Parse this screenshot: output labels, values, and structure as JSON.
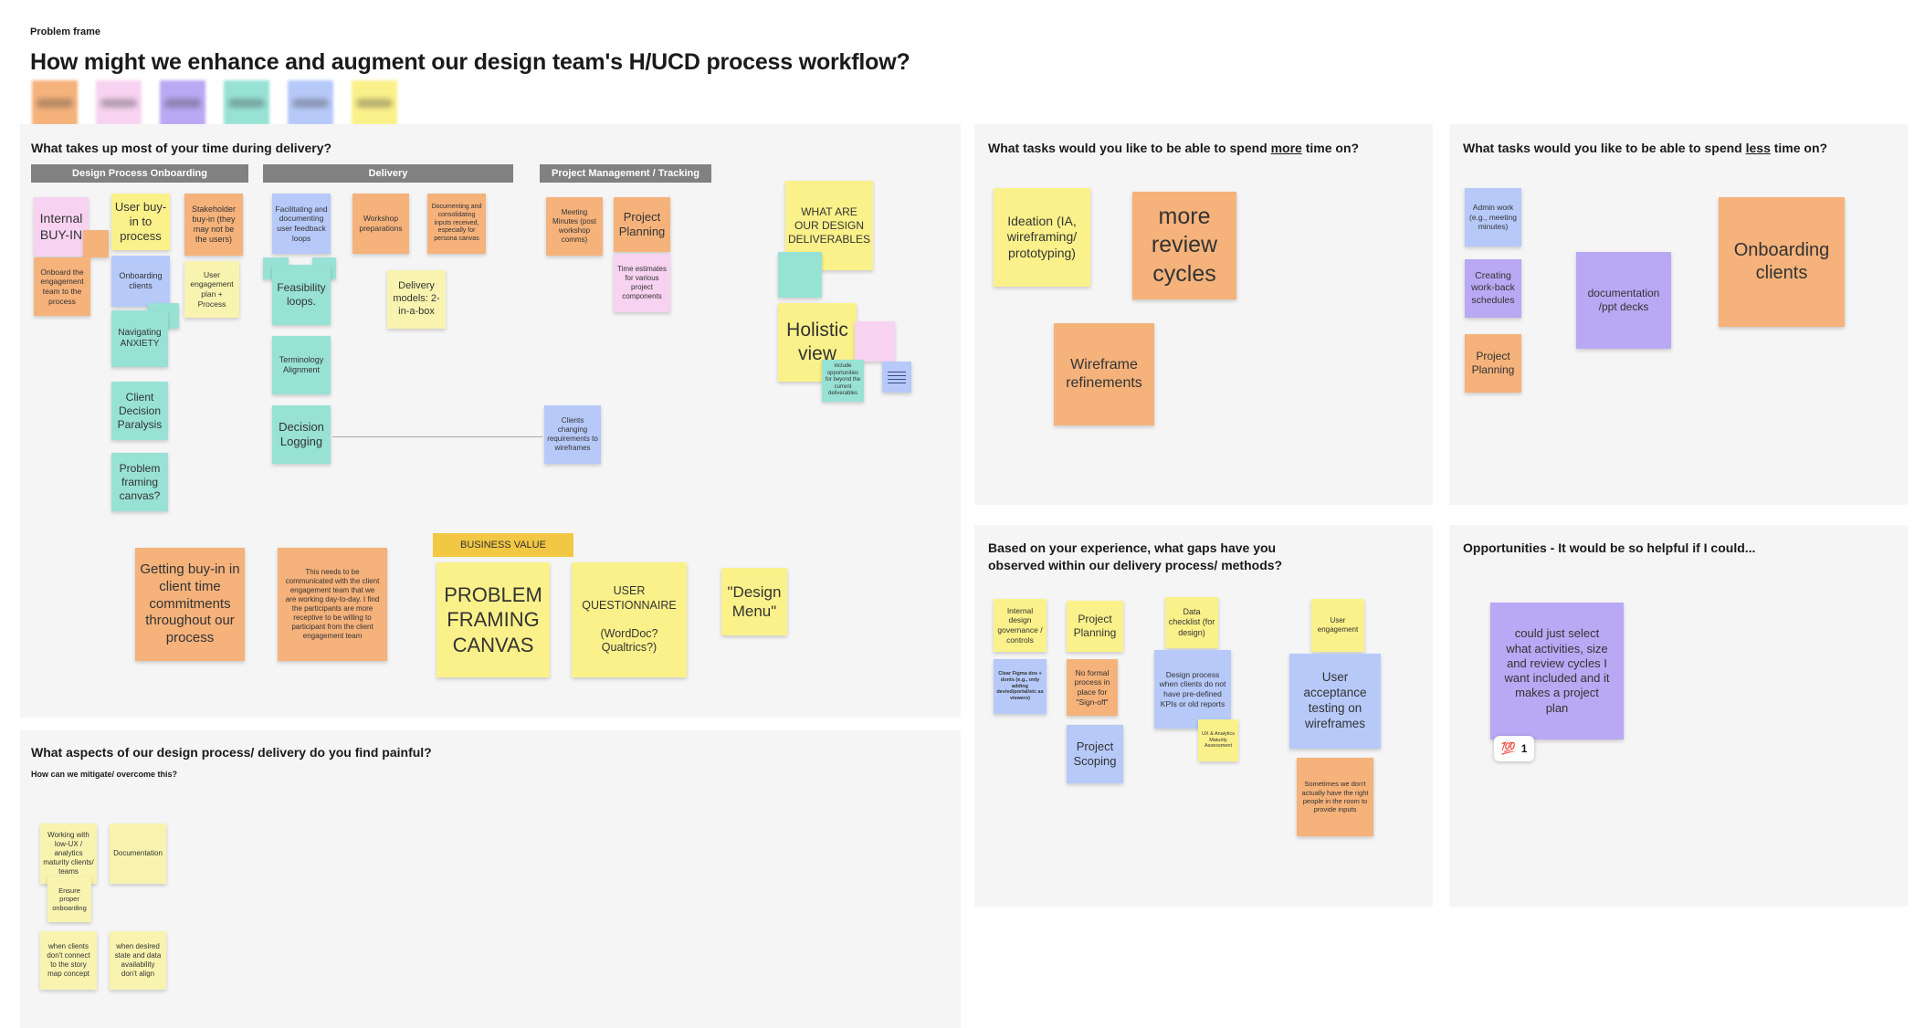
{
  "board": {
    "frame_label": "Problem frame",
    "title": "How might we enhance and augment our design team's H/UCD process workflow?",
    "swatch_colors": [
      "#f5b27b",
      "#f7d3f1",
      "#b9a8f4",
      "#98e2d5",
      "#b6c9f9",
      "#fbf18a"
    ]
  },
  "s1": {
    "question": "What takes up most of your time during delivery?",
    "headers": {
      "onboarding": "Design Process Onboarding",
      "delivery": "Delivery",
      "pm": "Project Management / Tracking"
    },
    "notes": {
      "internal_buyin": "Internal BUY-IN",
      "onboard_engagement": "Onboard the engagement team to the process",
      "user_buyin": "User buy-in to process",
      "onboarding_clients": "Onboarding clients",
      "navigating_anxiety": "Navigating ANXIETY",
      "client_decision": "Client Decision Paralysis",
      "problem_framing_q": "Problem framing canvas?",
      "stakeholder_buyin": "Stakeholder buy-in (they may not be the users)",
      "user_engagement_plan": "User engagement plan + Process",
      "facilitating": "Facilitating and documenting user feedback loops",
      "feasibility": "Feasibility loops.",
      "terminology": "Terminology Alignment",
      "decision_logging": "Decision Logging",
      "workshop_prep": "Workshop preparations",
      "documenting": "Documenting and consolidating inputs received, especially for persona canvas",
      "delivery_models": "Delivery models: 2-in-a-box",
      "meeting_minutes": "Meeting Minutes (post workshop comms)",
      "project_planning": "Project Planning",
      "time_estimates": "Time estimates for various project components",
      "clients_changing": "Clients changing requirements to wireframes",
      "deliverables": "WHAT ARE OUR DESIGN DELIVERABLES",
      "holistic_view": "Holistic view",
      "include_opportunities": "include opportunities for beyond the current deliverables",
      "getting_buyin": "Getting buy-in in client time commitments throughout our process",
      "communicated": "This needs to be communicated with the client engagement team that we are working day-to-day. I find the participants are more receptive to be willing to participant from the client engagement team",
      "business_value": "BUSINESS VALUE",
      "problem_framing_canvas": "PROBLEM FRAMING CANVAS",
      "user_questionnaire": "USER QUESTIONNAIRE\n\n(WordDoc? Qualtrics?)",
      "design_menu": "\"Design Menu\""
    }
  },
  "s2": {
    "question_pre": "What tasks would you like to be able to spend ",
    "question_emph": "more",
    "question_post": " time on?",
    "notes": {
      "ideation": "Ideation (IA, wireframing/ prototyping)",
      "more_review": "more review cycles",
      "wireframe_ref": "Wireframe refinements"
    }
  },
  "s3": {
    "question_pre": "What tasks would you like to be able to spend ",
    "question_emph": "less",
    "question_post": " time on?",
    "notes": {
      "admin_work": "Admin work (e.g., meeting minutes)",
      "creating_workback": "Creating work-back schedules",
      "project_planning": "Project Planning",
      "documentation": "documentation /ppt decks",
      "onboarding_clients": "Onboarding clients"
    }
  },
  "s4": {
    "question": "What aspects of our design process/ delivery do you find painful?",
    "sub": "How can we mitigate/ overcome this?",
    "notes": {
      "working_with": "Working with low-UX / analytics maturity clients/ teams",
      "documentation": "Documentation",
      "ensure_onboarding": "Ensure proper onboarding",
      "when_clients": "when clients don't connect to the story map concept",
      "when_desired": "when desired state and data availability don't align"
    }
  },
  "s5": {
    "question": "Based on your experience, what gaps have you observed within our delivery process/ methods?",
    "notes": {
      "internal_governance": "Internal design governance / controls",
      "clear_figma": "Clear Figma dos + donts (e.g., only adding dev/ed/portal/etc as viewers)",
      "project_planning": "Project Planning",
      "no_formal": "No formal process in place for \"Sign-off\"",
      "project_scoping": "Project Scoping",
      "data_checklist": "Data checklist (for design)",
      "design_process": "Design process when clients do not have pre-defined KPIs or old reports",
      "ux_analytics": "UX & Analytics Maturity Assessment",
      "user_engagement": "User engagement",
      "user_acceptance": "User acceptance testing on wireframes",
      "sometimes": "Sometimes we don't actually have the right people in the room to provide inputs"
    }
  },
  "s6": {
    "question": "Opportunities - It would be so helpful if I could...",
    "notes": {
      "could_select": "could just select what activities, size and review cycles I want included and it makes a project plan"
    },
    "reaction": {
      "icon": "💯",
      "count": "1"
    }
  }
}
